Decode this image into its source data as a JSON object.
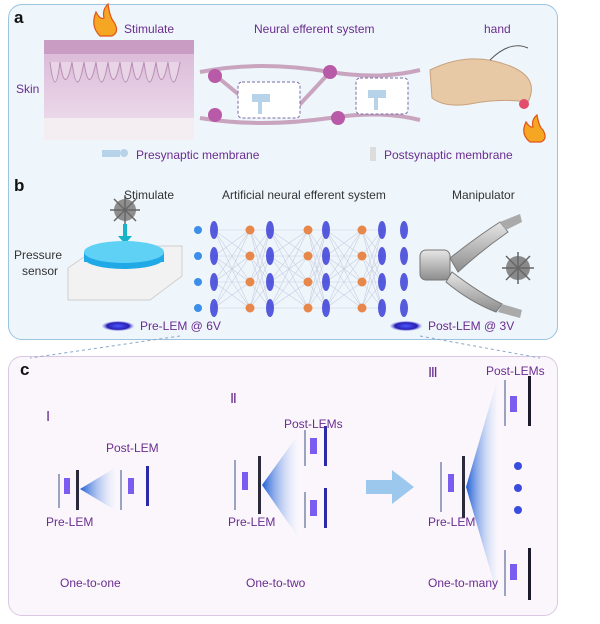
{
  "panel_a": {
    "label": "a",
    "stimulate": "Stimulate",
    "neural_system": "Neural efferent system",
    "hand": "hand",
    "skin": "Skin",
    "pre_membrane": "Presynaptic membrane",
    "post_membrane": "Postsynaptic membrane"
  },
  "panel_b": {
    "label": "b",
    "stimulate": "Stimulate",
    "artificial_system": "Artificial neural efferent system",
    "manipulator": "Manipulator",
    "pressure": "Pressure",
    "sensor": "sensor",
    "pre_lem": "Pre-LEM @ 6V",
    "post_lem": "Post-LEM @ 3V"
  },
  "panel_c": {
    "label": "c",
    "case1": {
      "numeral": "Ⅰ",
      "pre": "Pre-LEM",
      "post": "Post-LEM",
      "caption": "One-to-one"
    },
    "case2": {
      "numeral": "Ⅱ",
      "pre": "Pre-LEM",
      "post": "Post-LEMs",
      "caption": "One-to-two"
    },
    "case3": {
      "numeral": "Ⅲ",
      "pre": "Pre-LEM",
      "post": "Post-LEMs",
      "caption": "One-to-many"
    }
  },
  "colors": {
    "purple_text": "#6a2d8f",
    "lem_blue": "#3b3fd8",
    "cone_blue": "#2d6fe0",
    "flame": "#f5a623"
  }
}
